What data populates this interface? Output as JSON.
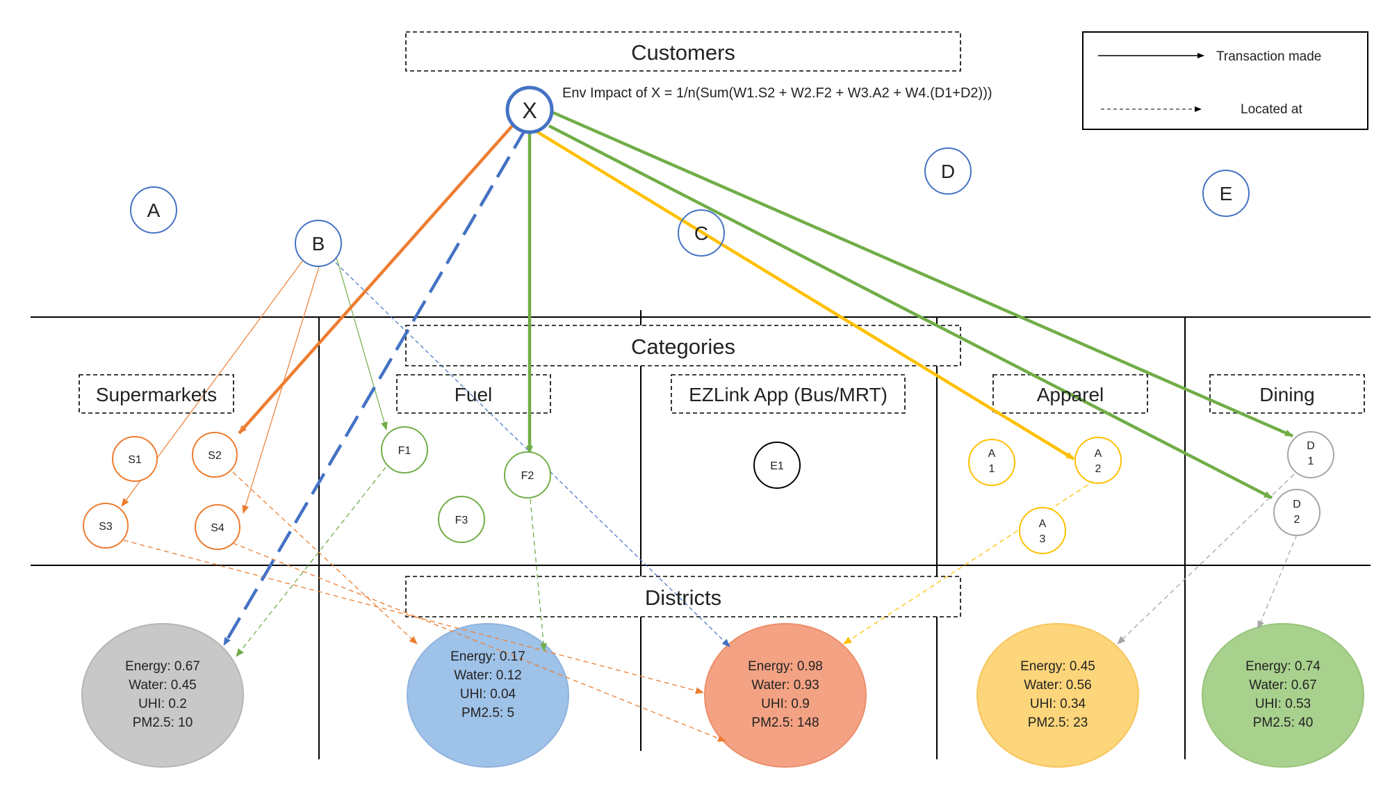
{
  "headers": {
    "customers": "Customers",
    "categories": "Categories",
    "districts": "Districts"
  },
  "formula": "Env Impact of X = 1/n(Sum(W1.S2 + W2.F2 + W3.A2 + W4.(D1+D2)))",
  "legend": {
    "transaction": "Transaction made",
    "located": "Located at"
  },
  "customers": {
    "x": "X",
    "a": "A",
    "b": "B",
    "c": "C",
    "d": "D",
    "e": "E"
  },
  "categories": {
    "supermarkets": "Supermarkets",
    "fuel": "Fuel",
    "ezlink": "EZLink App (Bus/MRT)",
    "apparel": "Apparel",
    "dining": "Dining"
  },
  "shops": {
    "s1": "S1",
    "s2": "S2",
    "s3": "S3",
    "s4": "S4",
    "f1": "F1",
    "f2": "F2",
    "f3": "F3",
    "e1": "E1",
    "a1_l1": "A",
    "a1_l2": "1",
    "a2_l1": "A",
    "a2_l2": "2",
    "a3_l1": "A",
    "a3_l2": "3",
    "d1_l1": "D",
    "d1_l2": "1",
    "d2_l1": "D",
    "d2_l2": "2"
  },
  "districts": [
    {
      "energy": "Energy: 0.67",
      "water": "Water: 0.45",
      "uhi": "UHI: 0.2",
      "pm": "PM2.5: 10",
      "color": "#c8c8c8"
    },
    {
      "energy": "Energy: 0.17",
      "water": "Water: 0.12",
      "uhi": "UHI: 0.04",
      "pm": "PM2.5: 5",
      "color": "#9fc2e8"
    },
    {
      "energy": "Energy: 0.98",
      "water": "Water: 0.93",
      "uhi": "UHI: 0.9",
      "pm": "PM2.5: 148",
      "color": "#f4a284"
    },
    {
      "energy": "Energy: 0.45",
      "water": "Water: 0.56",
      "uhi": "UHI: 0.34",
      "pm": "PM2.5: 23",
      "color": "#fdd57a"
    },
    {
      "energy": "Energy: 0.74",
      "water": "Water: 0.67",
      "uhi": "UHI: 0.53",
      "pm": "PM2.5: 40",
      "color": "#a9d18e"
    }
  ],
  "colors": {
    "orange": "#ed7d31",
    "green": "#70ad47",
    "blue": "#4472c4",
    "yellow": "#ffc000",
    "gray": "#a5a5a5"
  }
}
